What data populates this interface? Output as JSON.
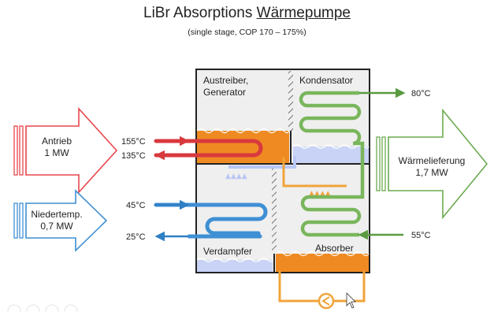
{
  "title": {
    "prefix": "LiBr Absorptions ",
    "underlined": "Wärmepumpe"
  },
  "subtitle": "(single stage, COP 170 – 175%)",
  "chambers": {
    "generator": [
      "Austreiber,",
      "Generator"
    ],
    "condenser": "Kondensator",
    "evaporator": "Verdampfer",
    "absorber": "Absorber"
  },
  "inputs": {
    "drive": [
      "Antrieb",
      "1 MW"
    ],
    "low_temp": [
      "Niedertemp.",
      "0,7 MW"
    ]
  },
  "output": [
    "Wärmelieferung",
    "1,7 MW"
  ],
  "temperatures": {
    "drive_in": "155°C",
    "drive_out": "135°C",
    "low_in": "45°C",
    "low_out": "25°C",
    "heat_out": "80°C",
    "heat_in": "55°C"
  },
  "colors": {
    "drive": "#e8474c",
    "low_temp": "#3f8fd4",
    "heat": "#6aab4f",
    "solution": "#f0a43a",
    "vessel": "#efefef"
  }
}
